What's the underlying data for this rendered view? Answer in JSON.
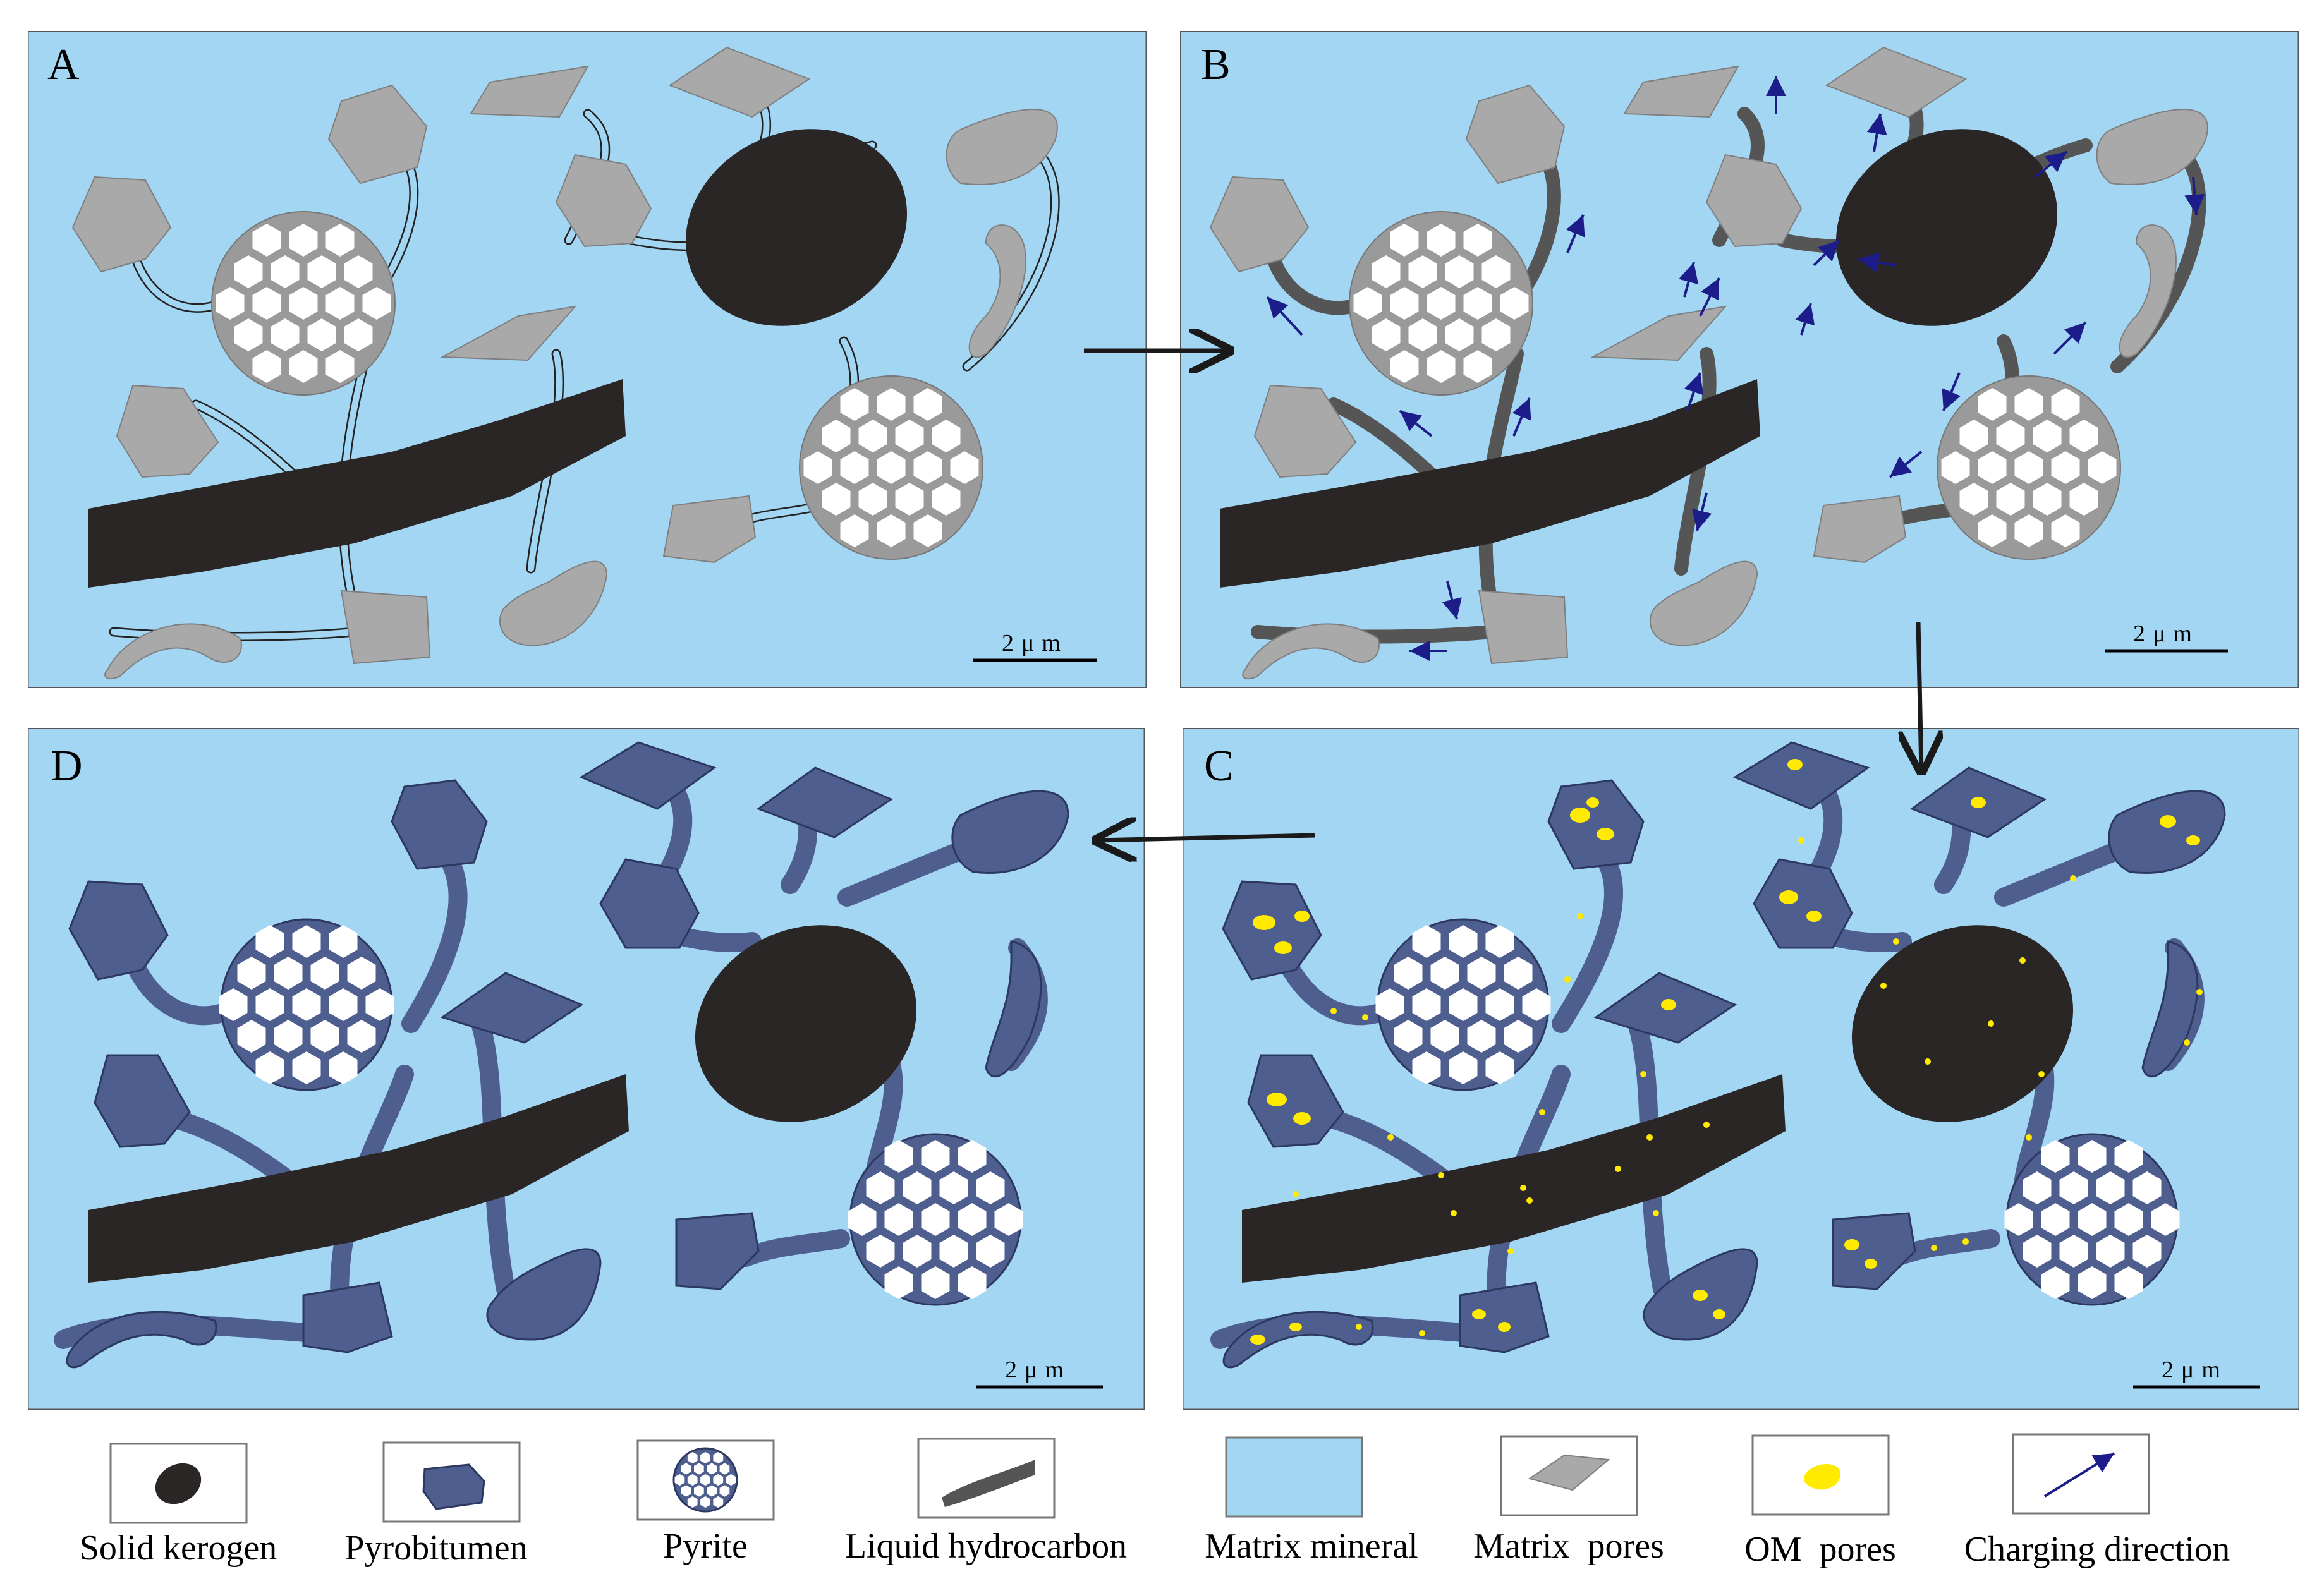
{
  "figure": {
    "panels": [
      {
        "id": "A",
        "label": "A",
        "scale": "2μm"
      },
      {
        "id": "B",
        "label": "B",
        "scale": "2μm"
      },
      {
        "id": "C",
        "label": "C",
        "scale": "2μm"
      },
      {
        "id": "D",
        "label": "D",
        "scale": "2μm"
      }
    ],
    "legend": [
      {
        "label": "Solid kerogen",
        "icon": "kerogen-icon"
      },
      {
        "label": "Pyrobitumen",
        "icon": "pyrobitumen-icon"
      },
      {
        "label": "Pyrite",
        "icon": "pyrite-icon"
      },
      {
        "label": "Liquid hydrocarbon",
        "icon": "liquid-hydrocarbon-icon"
      },
      {
        "label": "Matrix mineral",
        "icon": "matrix-mineral-icon"
      },
      {
        "label": "Matrix  pores",
        "icon": "matrix-pores-icon"
      },
      {
        "label": "OM  pores",
        "icon": "om-pores-icon"
      },
      {
        "label": "Charging direction",
        "icon": "charging-direction-icon"
      }
    ],
    "flow": [
      "A",
      "B",
      "C",
      "D"
    ]
  },
  "colors": {
    "matrix_mineral": "#a2d6f2",
    "kerogen": "#2b2626",
    "pyrobitumen": "#4e5e8f",
    "matrix_pores": "#a9a9a9",
    "liquid_hydrocarbon": "#555555",
    "om_pores": "#ffea00",
    "charging_arrow": "#1c1c8a"
  }
}
